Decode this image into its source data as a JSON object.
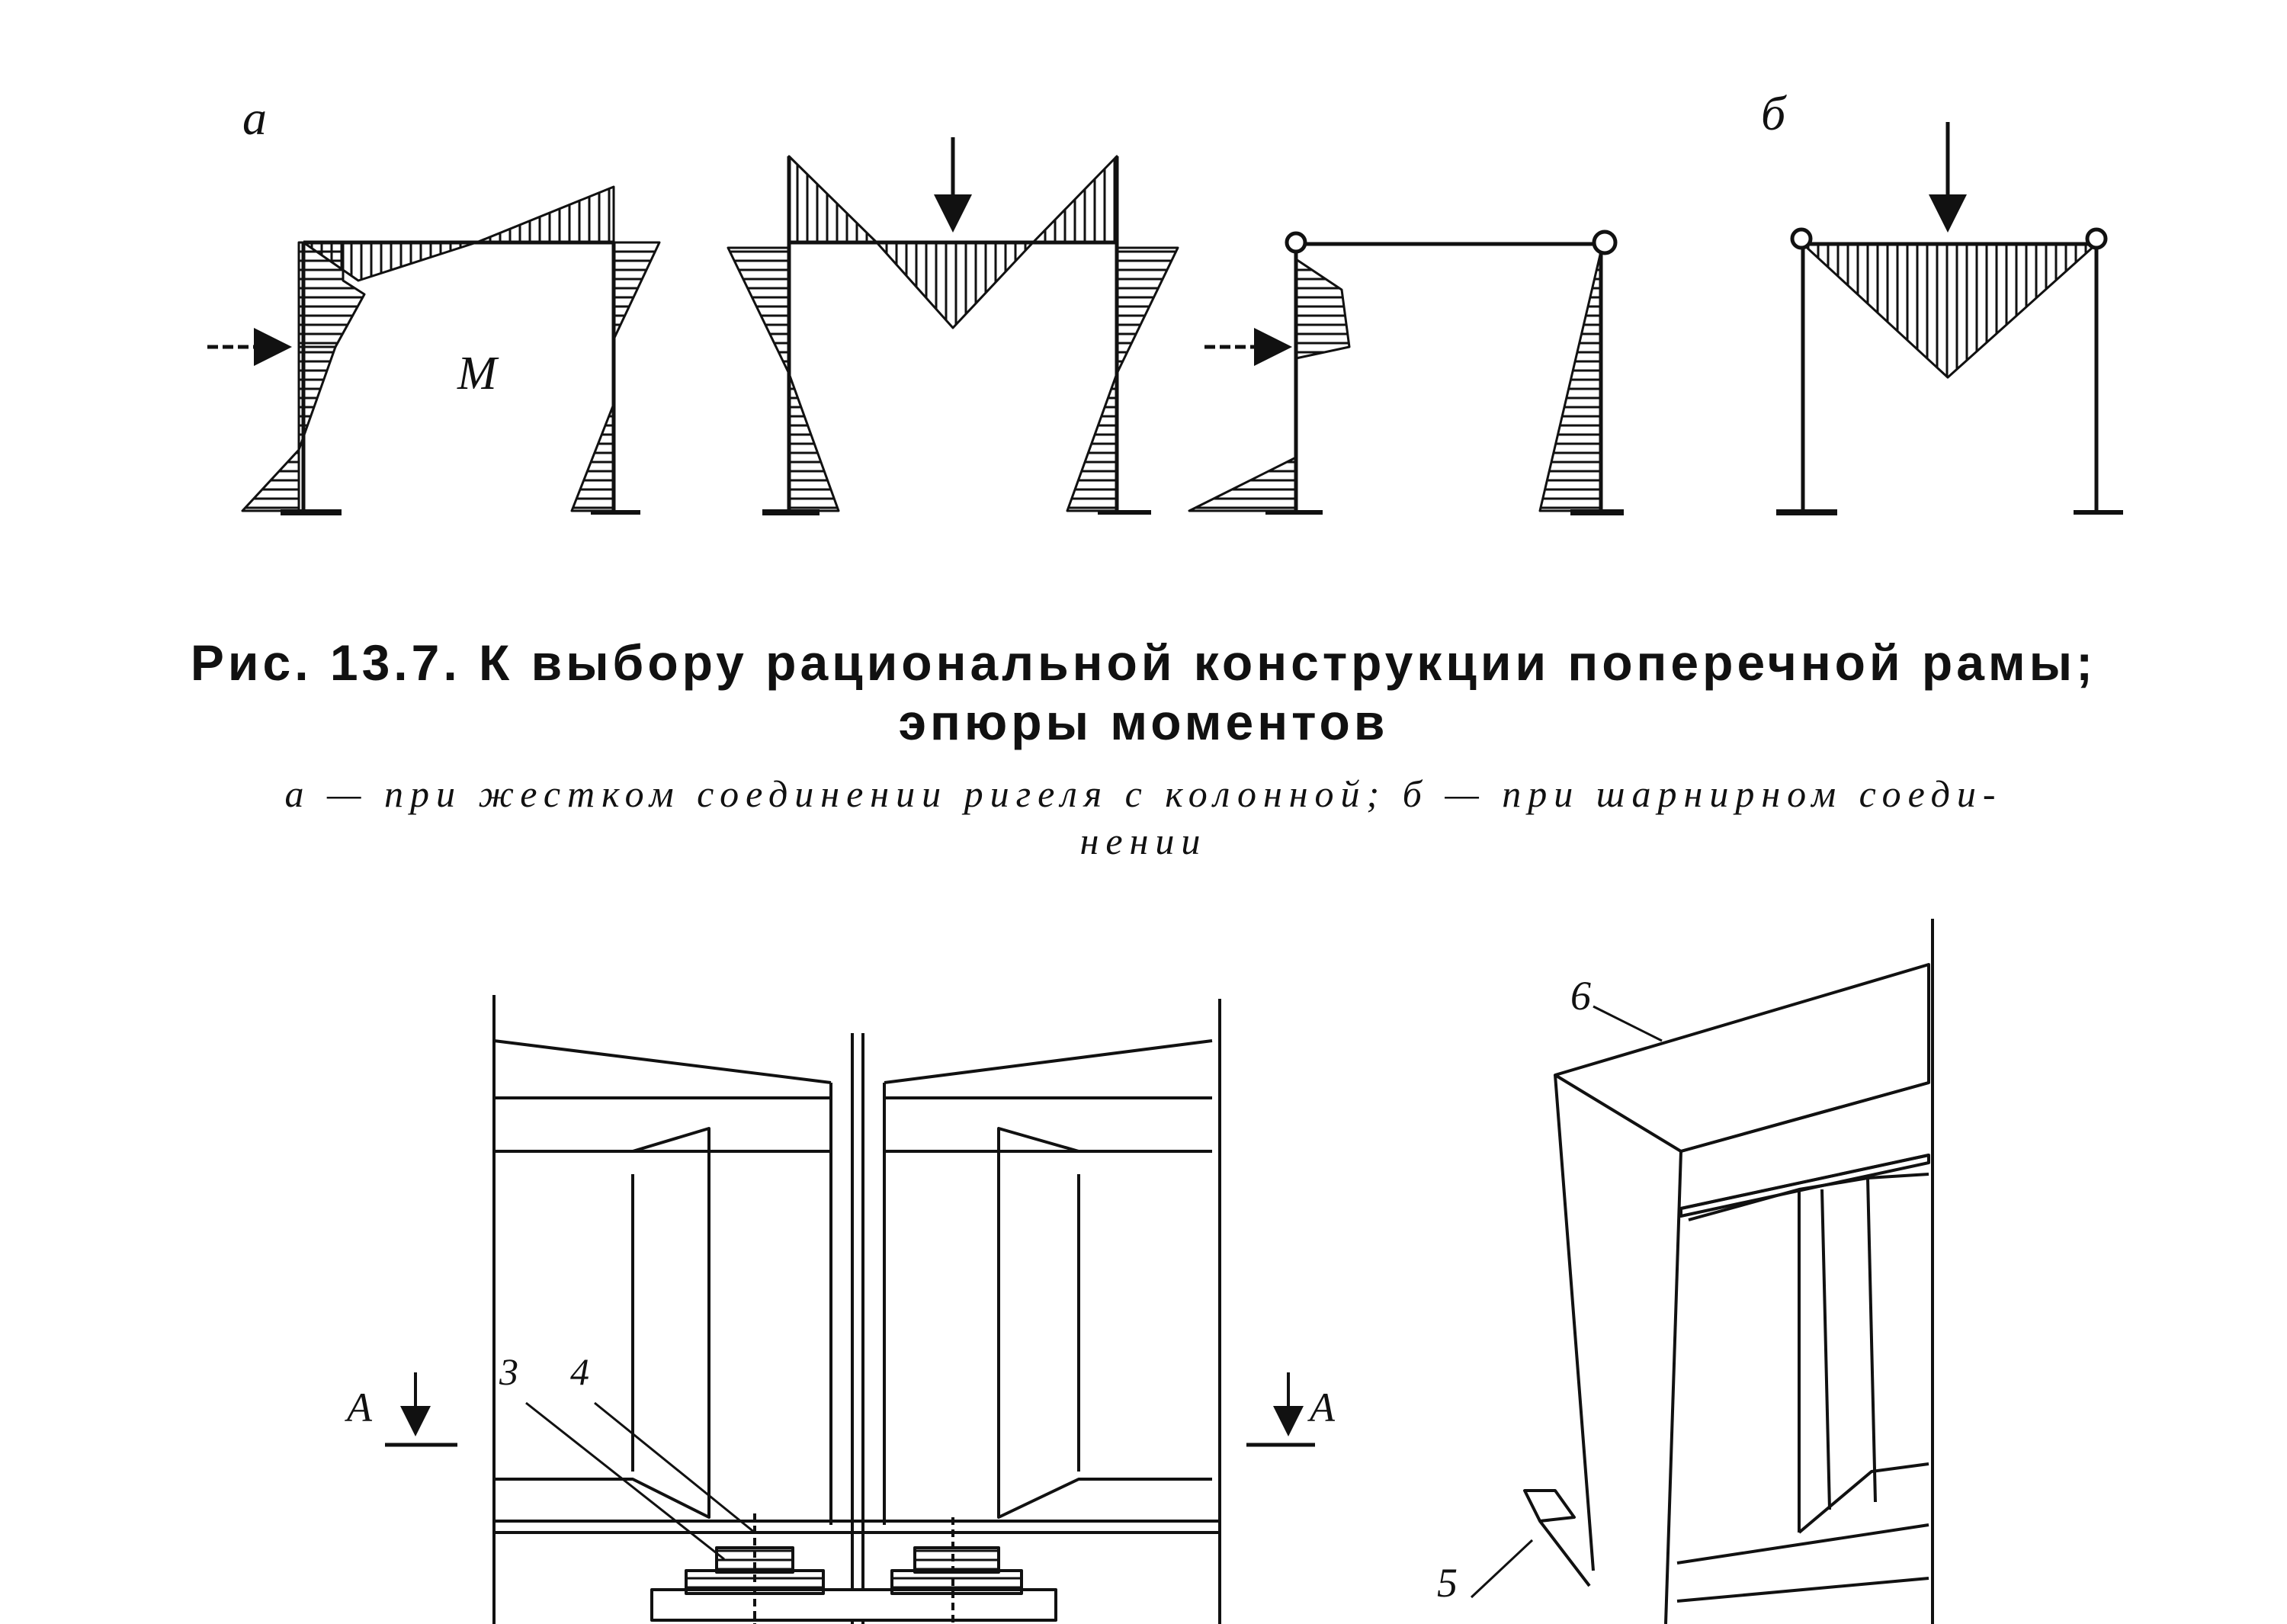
{
  "figure": {
    "panel_labels": {
      "a": "а",
      "b": "б"
    },
    "moment_label": "М",
    "caption_title_line1": "Рис. 13.7. К выбору рациональной конструкции поперечной рамы;",
    "caption_title_line2": "эпюры моментов",
    "caption_sub_line1": "а — при жестком соединении ригеля с колонной; б — при шарнирном соеди-",
    "caption_sub_line2": "нении"
  },
  "drawing": {
    "section_label_left": "А",
    "section_label_right": "А",
    "part_labels": {
      "p3": "3",
      "p4": "4",
      "p5": "5",
      "p6": "6"
    }
  },
  "colors": {
    "ink": "#111111",
    "paper": "#ffffff"
  }
}
